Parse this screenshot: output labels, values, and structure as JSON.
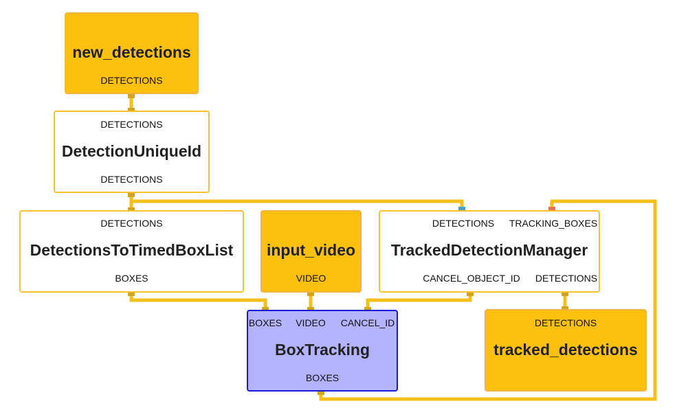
{
  "colors": {
    "edge": "#f5c01b",
    "port": "#d4a418",
    "port_blue": "#4aa3c7",
    "port_red": "#f07050",
    "calc_border": "#fbc02d",
    "io_fill": "#fcc00e",
    "track_fill": "#b3b3ff",
    "track_border": "#1a1ad6"
  },
  "nodes": {
    "new_detections": {
      "title": "new_detections",
      "out": [
        "DETECTIONS"
      ]
    },
    "detection_unique_id": {
      "title": "DetectionUniqueId",
      "in": [
        "DETECTIONS"
      ],
      "out": [
        "DETECTIONS"
      ]
    },
    "detections_to_timed_box_list": {
      "title": "DetectionsToTimedBoxList",
      "in": [
        "DETECTIONS"
      ],
      "out": [
        "BOXES"
      ]
    },
    "input_video": {
      "title": "input_video",
      "out": [
        "VIDEO"
      ]
    },
    "tracked_detection_manager": {
      "title": "TrackedDetectionManager",
      "in": [
        "DETECTIONS",
        "TRACKING_BOXES"
      ],
      "out": [
        "CANCEL_OBJECT_ID",
        "DETECTIONS"
      ]
    },
    "box_tracking": {
      "title": "BoxTracking",
      "in": [
        "BOXES",
        "VIDEO",
        "CANCEL_ID"
      ],
      "out": [
        "BOXES"
      ]
    },
    "tracked_detections": {
      "title": "tracked_detections",
      "in": [
        "DETECTIONS"
      ]
    }
  }
}
